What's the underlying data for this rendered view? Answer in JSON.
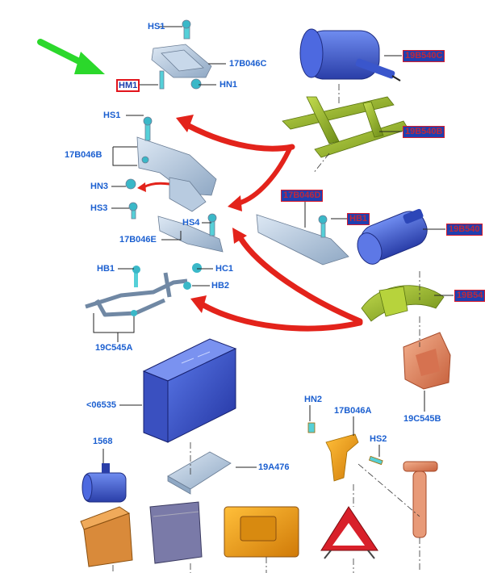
{
  "labels": {
    "hs1_top": "HS1",
    "l17b046c": "17B046C",
    "hm1": "HM1",
    "hn1": "HN1",
    "p19b540c": "19B540C",
    "p19b540b": "19B540B",
    "hs1_mid": "HS1",
    "l17b046b": "17B046B",
    "hn3": "HN3",
    "hs3": "HS3",
    "l17b046d": "17B046D",
    "hs4": "HS4",
    "hb_red": "HB1",
    "l19b540": "19B540",
    "l17b046e": "17B046E",
    "hb1": "HB1",
    "hc1": "HC1",
    "hb2": "HB2",
    "l19b54": "19B54",
    "l19c545a": "19C545A",
    "l06535": "<06535",
    "l1568": "1568",
    "l19a476": "19A476",
    "hn2": "HN2",
    "l17b046a": "17B046A",
    "hs2": "HS2",
    "l19c545b": "19C545B"
  },
  "colors": {
    "label_blue": "#1b5fd0",
    "highlight_fill": "#1f3fb0",
    "highlight_text": "#c0283a",
    "arrow_red": "#e3231b",
    "arrow_green": "#2bd82b",
    "bracket_steel": "#b9cde0",
    "extinguisher_blue": "#3f5fd8",
    "strap_green": "#9fbf2a",
    "holder_orange": "#e8835a",
    "first_aid_amber": "#c98a3a",
    "case_orange": "#f0a020",
    "triangle_red": "#d8202a",
    "hammer_salmon": "#e89a78"
  },
  "icons": [
    "green-pointer-arrow",
    "red-flow-arrow"
  ]
}
